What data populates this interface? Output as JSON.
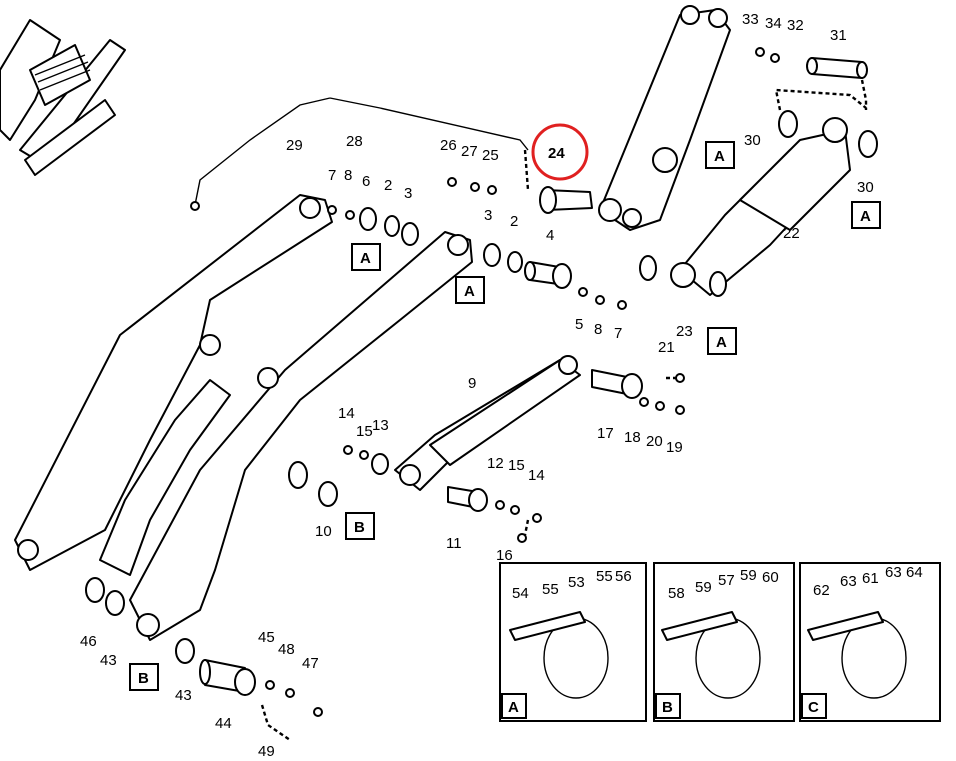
{
  "diagram": {
    "highlight_color": "#e02020",
    "highlighted_callout": "24",
    "callouts": [
      "33",
      "34",
      "32",
      "31",
      "29",
      "28",
      "26",
      "27",
      "25",
      "24",
      "30",
      "30",
      "7",
      "8",
      "6",
      "2",
      "3",
      "3",
      "2",
      "4",
      "22",
      "5",
      "8",
      "7",
      "23",
      "21",
      "9",
      "14",
      "15",
      "13",
      "17",
      "18",
      "20",
      "19",
      "12",
      "15",
      "14",
      "10",
      "11",
      "16",
      "46",
      "43",
      "45",
      "48",
      "47",
      "43",
      "44",
      "49",
      "54",
      "55",
      "53",
      "55",
      "56",
      "58",
      "59",
      "57",
      "59",
      "60",
      "62",
      "63",
      "61",
      "63",
      "64"
    ],
    "view_labels": [
      "A",
      "A",
      "A",
      "A",
      "A",
      "B",
      "B",
      "A",
      "B",
      "C"
    ]
  }
}
